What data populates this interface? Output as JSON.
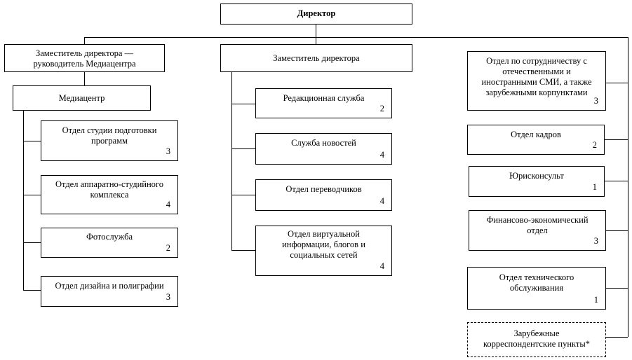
{
  "director": {
    "label": "Директор"
  },
  "left": {
    "deputy": "Заместитель директора —\nруководитель Медиацентра",
    "mediacenter": "Медиацентр",
    "units": [
      {
        "label": "Отдел студии подготовки\nпрограмм",
        "count": "3"
      },
      {
        "label": "Отдел аппаратно-студийного\nкомплекса",
        "count": "4"
      },
      {
        "label": "Фотослужба",
        "count": "2"
      },
      {
        "label": "Отдел дизайна и полиграфии",
        "count": "3"
      }
    ]
  },
  "middle": {
    "deputy": "Заместитель директора",
    "units": [
      {
        "label": "Редакционная служба",
        "count": "2"
      },
      {
        "label": "Служба новостей",
        "count": "4"
      },
      {
        "label": "Отдел переводчиков",
        "count": "4"
      },
      {
        "label": "Отдел виртуальной\nинформации, блогов и\nсоциальных сетей",
        "count": "4"
      }
    ]
  },
  "right": {
    "units": [
      {
        "label": "Отдел по сотрудничеству с\nотечественными и\nиностранными СМИ, а также\nзарубежными корпунктами",
        "count": "3"
      },
      {
        "label": "Отдел кадров",
        "count": "2"
      },
      {
        "label": "Юрисконсульт",
        "count": "1"
      },
      {
        "label": "Финансово-экономический\nотдел",
        "count": "3"
      },
      {
        "label": "Отдел технического\nобслуживания",
        "count": "1"
      }
    ],
    "foreign": "Зарубежные\nкорреспондентские пункты*"
  }
}
